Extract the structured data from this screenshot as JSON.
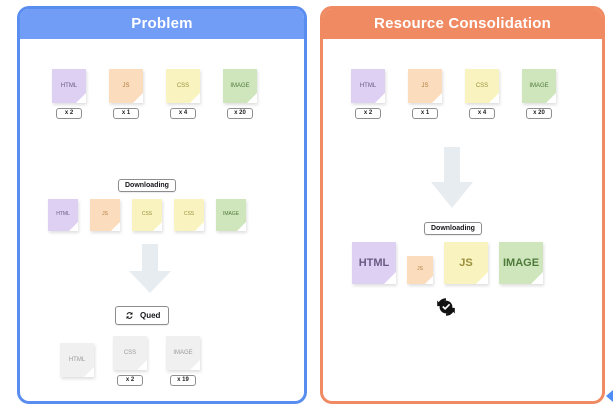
{
  "panels": {
    "left": {
      "title": "Problem",
      "accent": "#5a8df0",
      "header_bg": "#719df7",
      "stage1": {
        "cards": [
          {
            "label": "HTML",
            "type": "html",
            "count": "x 2"
          },
          {
            "label": "JS",
            "type": "js",
            "count": "x 1"
          },
          {
            "label": "CSS",
            "type": "css",
            "count": "x 4"
          },
          {
            "label": "IMAGE",
            "type": "image",
            "count": "x 20"
          }
        ]
      },
      "stage2": {
        "pill": "Downloading",
        "cards": [
          {
            "label": "HTML",
            "type": "html"
          },
          {
            "label": "JS",
            "type": "js"
          },
          {
            "label": "CSS",
            "type": "css"
          },
          {
            "label": "CSS",
            "type": "css"
          },
          {
            "label": "IMAGE",
            "type": "image"
          }
        ]
      },
      "stage3": {
        "pill": "Qued",
        "pill_icon": "sync-arrows-icon",
        "cards": [
          {
            "label": "HTML",
            "type": "gray",
            "count": ""
          },
          {
            "label": "CSS",
            "type": "gray",
            "count": "x 2"
          },
          {
            "label": "IMAGE",
            "type": "gray",
            "count": "x 19"
          }
        ]
      }
    },
    "right": {
      "title": "Resource Consolidation",
      "accent": "#f08a63",
      "header_bg": "#f08a63",
      "stage1": {
        "cards": [
          {
            "label": "HTML",
            "type": "html",
            "count": "x 2"
          },
          {
            "label": "JS",
            "type": "js",
            "count": "x 1"
          },
          {
            "label": "CSS",
            "type": "css",
            "count": "x 4"
          },
          {
            "label": "IMAGE",
            "type": "image",
            "count": "x 20"
          }
        ]
      },
      "stage2": {
        "pill": "Downloading",
        "cards": [
          {
            "label": "HTML",
            "type": "html",
            "size": "lg"
          },
          {
            "label": "JS",
            "type": "js",
            "size": "xs"
          },
          {
            "label": "JS",
            "type": "css",
            "size": "lg"
          },
          {
            "label": "IMAGE",
            "type": "image",
            "size": "lg"
          }
        ],
        "status_icon": "sync-check-icon"
      }
    }
  },
  "icons": {
    "down_arrow": "down-arrow-icon",
    "edge_chevron": "chevron-left-icon"
  }
}
